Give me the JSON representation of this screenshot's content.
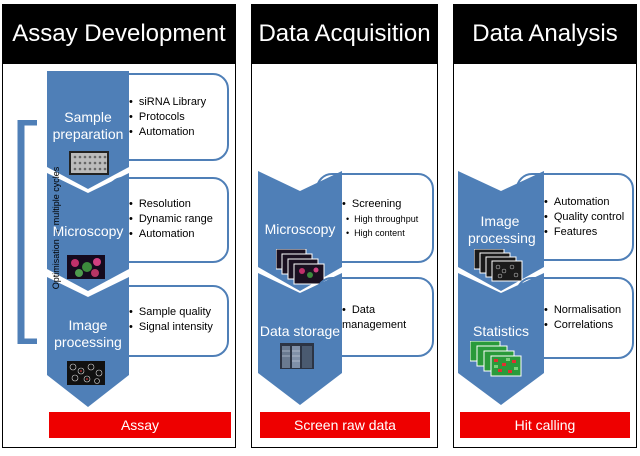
{
  "columns": [
    {
      "title": "Assay Development",
      "steps": [
        {
          "label": "Sample preparation",
          "bullets": [
            "siRNA Library",
            "Protocols",
            "Automation"
          ]
        },
        {
          "label": "Microscopy",
          "bullets": [
            "Resolution",
            "Dynamic range",
            "Automation"
          ]
        },
        {
          "label": "Image processing",
          "bullets": [
            "Sample quality",
            "Signal intensity"
          ]
        }
      ],
      "footer": "Assay"
    },
    {
      "title": "Data Acquisition",
      "steps": [
        {
          "label": "Microscopy",
          "bullets": [
            "Screening"
          ],
          "sub_bullets": [
            "High throughput",
            "High content"
          ]
        },
        {
          "label": "Data storage",
          "bullets": [
            "Data management"
          ]
        }
      ],
      "footer": "Screen raw data"
    },
    {
      "title": "Data Analysis",
      "steps": [
        {
          "label": "Image processing",
          "bullets": [
            "Automation",
            "Quality control",
            "Features"
          ]
        },
        {
          "label": "Statistics",
          "bullets": [
            "Normalisation",
            "Correlations"
          ]
        }
      ],
      "footer": "Hit calling"
    }
  ],
  "cycle_label": "Optimisation → multiple cycles",
  "colors": {
    "chevron": "#4f7fb7",
    "footer": "#ee0000",
    "header": "#000000"
  }
}
